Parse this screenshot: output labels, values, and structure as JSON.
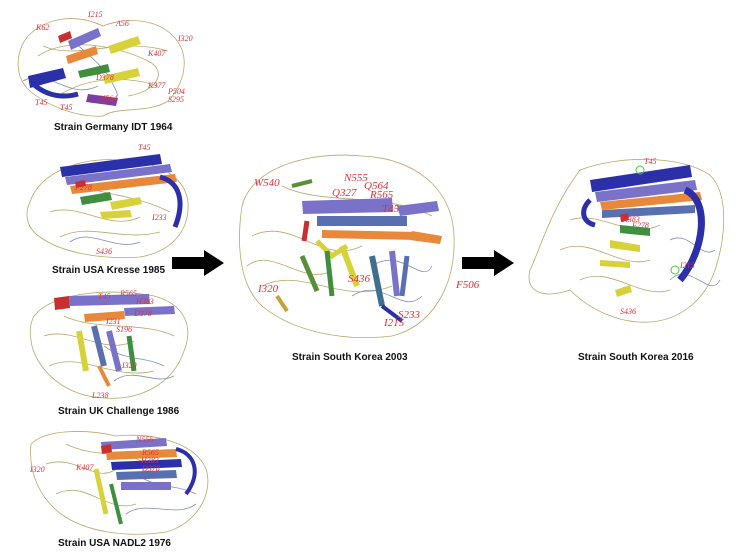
{
  "structures": [
    {
      "caption": "Strain Germany IDT 1964",
      "residues": [
        "I215",
        "T45",
        "K62",
        "A56",
        "I320",
        "K407",
        "D378",
        "K377",
        "P504",
        "S295",
        "T45",
        "N564"
      ]
    },
    {
      "caption": "Strain USA Kresse 1985",
      "residues": [
        "T45",
        "F278",
        "I233",
        "S436"
      ]
    },
    {
      "caption": "Strain UK Challenge 1986",
      "residues": [
        "T45",
        "R565",
        "H383",
        "D378",
        "I231",
        "S196",
        "I320",
        "L238"
      ]
    },
    {
      "caption": "Strain USA NADL2 1976",
      "residues": [
        "I320",
        "K407",
        "N555",
        "R565",
        "H383",
        "D378"
      ]
    },
    {
      "caption": "Strain South Korea 2003",
      "residues": [
        "W540",
        "N555",
        "Q564",
        "R565",
        "Q327",
        "T45",
        "S436",
        "I320",
        "I215",
        "S233",
        "F506"
      ]
    },
    {
      "caption": "Strain South Korea 2016",
      "residues": [
        "T45",
        "H383",
        "F278",
        "I215",
        "S436"
      ]
    }
  ],
  "colors": {
    "blue_strand": "#2b2fa8",
    "purple_strand": "#7a72c8",
    "orange_strand": "#e8883a",
    "yellow_strand": "#d8d23a",
    "green_strand": "#3f8f3f",
    "red_strand": "#c83030",
    "coil": "#b5a86a",
    "label": "#e0303a"
  },
  "icons": [
    "right-arrow-icon",
    "right-arrow-icon"
  ]
}
